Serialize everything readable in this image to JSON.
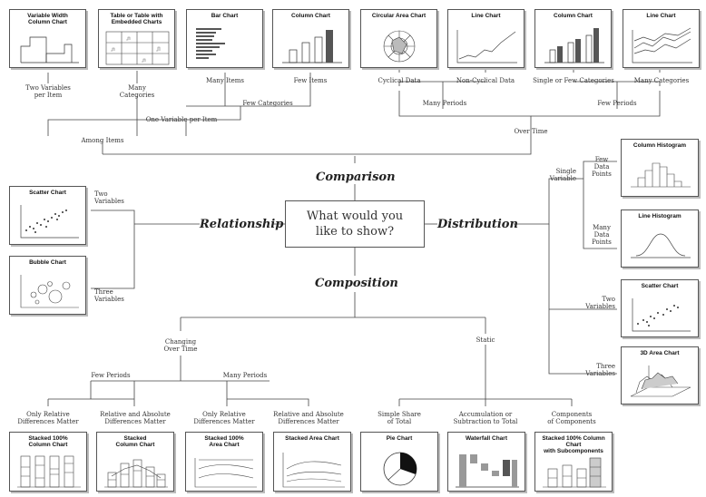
{
  "center": {
    "line1": "What would you",
    "line2": "like to show?"
  },
  "categories": {
    "comparison": "Comparison",
    "relationship": "Relationship",
    "distribution": "Distribution",
    "composition": "Composition"
  },
  "charts": {
    "variable_width": {
      "title_1": "Variable Width",
      "title_2": "Column Chart"
    },
    "table_embedded": {
      "title_1": "Table or Table with",
      "title_2": "Embedded Charts"
    },
    "bar_chart": {
      "title_1": "Bar Chart",
      "title_2": ""
    },
    "column_chart_top": {
      "title_1": "Column Chart",
      "title_2": ""
    },
    "circular_area": {
      "title_1": "Circular Area Chart",
      "title_2": ""
    },
    "line_chart_1": {
      "title_1": "Line Chart",
      "title_2": ""
    },
    "column_chart_2": {
      "title_1": "Column Chart",
      "title_2": ""
    },
    "line_chart_2": {
      "title_1": "Line Chart",
      "title_2": ""
    },
    "scatter_rel": {
      "title_1": "Scatter Chart",
      "title_2": ""
    },
    "bubble": {
      "title_1": "Bubble Chart",
      "title_2": ""
    },
    "column_histogram": {
      "title_1": "Column Histogram",
      "title_2": ""
    },
    "line_histogram": {
      "title_1": "Line Histogram",
      "title_2": ""
    },
    "scatter_dist": {
      "title_1": "Scatter Chart",
      "title_2": ""
    },
    "area_3d": {
      "title_1": "3D Area Chart",
      "title_2": ""
    },
    "stacked100_column": {
      "title_1": "Stacked 100%",
      "title_2": "Column Chart"
    },
    "stacked_column": {
      "title_1": "Stacked",
      "title_2": "Column Chart"
    },
    "stacked100_area": {
      "title_1": "Stacked 100%",
      "title_2": "Area Chart"
    },
    "stacked_area": {
      "title_1": "Stacked Area Chart",
      "title_2": ""
    },
    "pie": {
      "title_1": "Pie Chart",
      "title_2": ""
    },
    "waterfall": {
      "title_1": "Waterfall Chart",
      "title_2": ""
    },
    "stacked100_sub": {
      "title_1": "Stacked 100% Column Chart",
      "title_2": "with Subcomponents"
    }
  },
  "labels": {
    "two_vars_per_item": {
      "l1": "Two Variables",
      "l2": "per Item"
    },
    "many_categories": {
      "l1": "Many",
      "l2": "Categories"
    },
    "many_items": "Many Items",
    "few_items": "Few Items",
    "few_categories": "Few Categories",
    "one_var_per_item": "One Variable per Item",
    "among_items": "Among Items",
    "cyclical": "Cyclical Data",
    "non_cyclical": "Non-Cyclical Data",
    "single_few_categories": "Single or Few Categories",
    "many_categories_2": "Many Categories",
    "many_periods": "Many Periods",
    "few_periods_top": "Few Periods",
    "over_time": "Over Time",
    "rel_two_vars": {
      "l1": "Two",
      "l2": "Variables"
    },
    "rel_three_vars": {
      "l1": "Three",
      "l2": "Variables"
    },
    "single_variable": {
      "l1": "Single",
      "l2": "Variable"
    },
    "few_data_points": {
      "l1": "Few",
      "l2": "Data",
      "l3": "Points"
    },
    "many_data_points": {
      "l1": "Many",
      "l2": "Data",
      "l3": "Points"
    },
    "dist_two_vars": {
      "l1": "Two",
      "l2": "Variables"
    },
    "dist_three_vars": {
      "l1": "Three",
      "l2": "Variables"
    },
    "changing_over_time": {
      "l1": "Changing",
      "l2": "Over Time"
    },
    "static": "Static",
    "few_periods": "Few Periods",
    "many_periods_2": "Many Periods",
    "only_relative_1": {
      "l1": "Only Relative",
      "l2": "Differences Matter"
    },
    "rel_abs_1": {
      "l1": "Relative and Absolute",
      "l2": "Differences Matter"
    },
    "only_relative_2": {
      "l1": "Only Relative",
      "l2": "Differences Matter"
    },
    "rel_abs_2": {
      "l1": "Relative and Absolute",
      "l2": "Differences Matter"
    },
    "simple_share": {
      "l1": "Simple Share",
      "l2": "of Total"
    },
    "accumulation": {
      "l1": "Accumulation or",
      "l2": "Subtraction to Total"
    },
    "components": {
      "l1": "Components",
      "l2": "of Components"
    }
  }
}
